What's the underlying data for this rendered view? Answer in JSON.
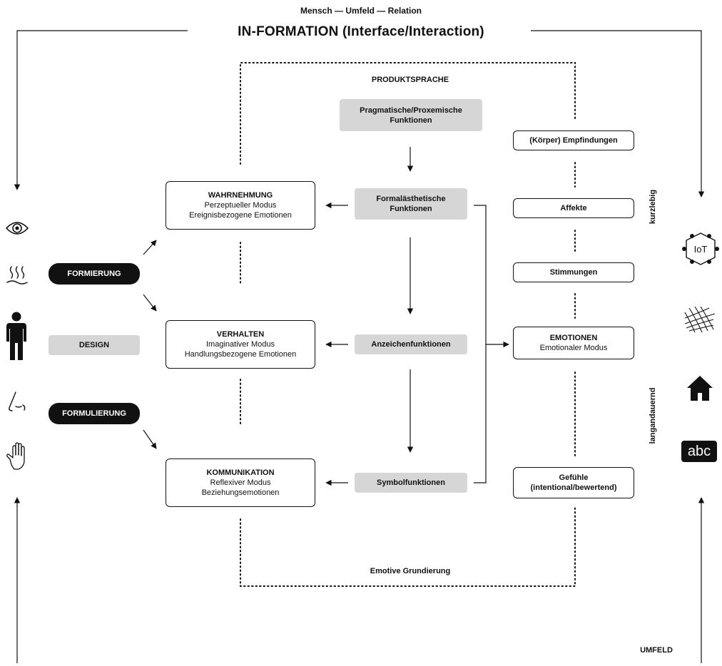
{
  "header": {
    "subtitle": "Mensch — Umfeld — Relation",
    "title": "IN-FORMATION (Interface/Interaction)"
  },
  "frame": {
    "top_label": "PRODUKTSPRACHE",
    "bottom_label": "Emotive Grundierung"
  },
  "umfeld_label": "UMFELD",
  "left": {
    "icons": [
      "eye-icon",
      "heat-waves-icon",
      "person-icon",
      "nose-icon",
      "hand-icon"
    ],
    "pills": {
      "formierung": "FORMIERUNG",
      "design": "DESIGN",
      "formulierung": "FORMULIERUNG"
    }
  },
  "modes": {
    "wahrnehmung": {
      "title": "WAHRNEHMUNG",
      "line1": "Perzeptueller Modus",
      "line2": "Ereignisbezogene Emotionen"
    },
    "verhalten": {
      "title": "VERHALTEN",
      "line1": "Imaginativer Modus",
      "line2": "Handlungsbezogene Emotionen"
    },
    "kommunikation": {
      "title": "KOMMUNIKATION",
      "line1": "Reflexiver Modus",
      "line2": "Beziehungsemotionen"
    }
  },
  "functions": {
    "pragmatisch": {
      "line1": "Pragmatische/Proxemische",
      "line2": "Funktionen"
    },
    "formal": {
      "line1": "Formalästhetische",
      "line2": "Funktionen"
    },
    "anzeichen": "Anzeichenfunktionen",
    "symbol": "Symbolfunktionen"
  },
  "affect_scale": {
    "koerper": "(Körper) Empfindungen",
    "affekte": "Affekte",
    "stimmungen": "Stimmungen",
    "emotionen": {
      "title": "EMOTIONEN",
      "line1": "Emotionaler Modus"
    },
    "gefuehle": {
      "line1": "Gefühle",
      "line2": "(intentional/bewertend)"
    },
    "kurzlebig": "kurzlebig",
    "langandauernd": "langandauernd"
  },
  "right": {
    "icons": [
      "iot-icon",
      "mesh-icon",
      "house-icon",
      "abc-icon"
    ],
    "iot_text": "IoT",
    "abc_text": "abc"
  },
  "colors": {
    "ink": "#111111",
    "grey_box": "#d6d6d6",
    "background": "#ffffff"
  }
}
